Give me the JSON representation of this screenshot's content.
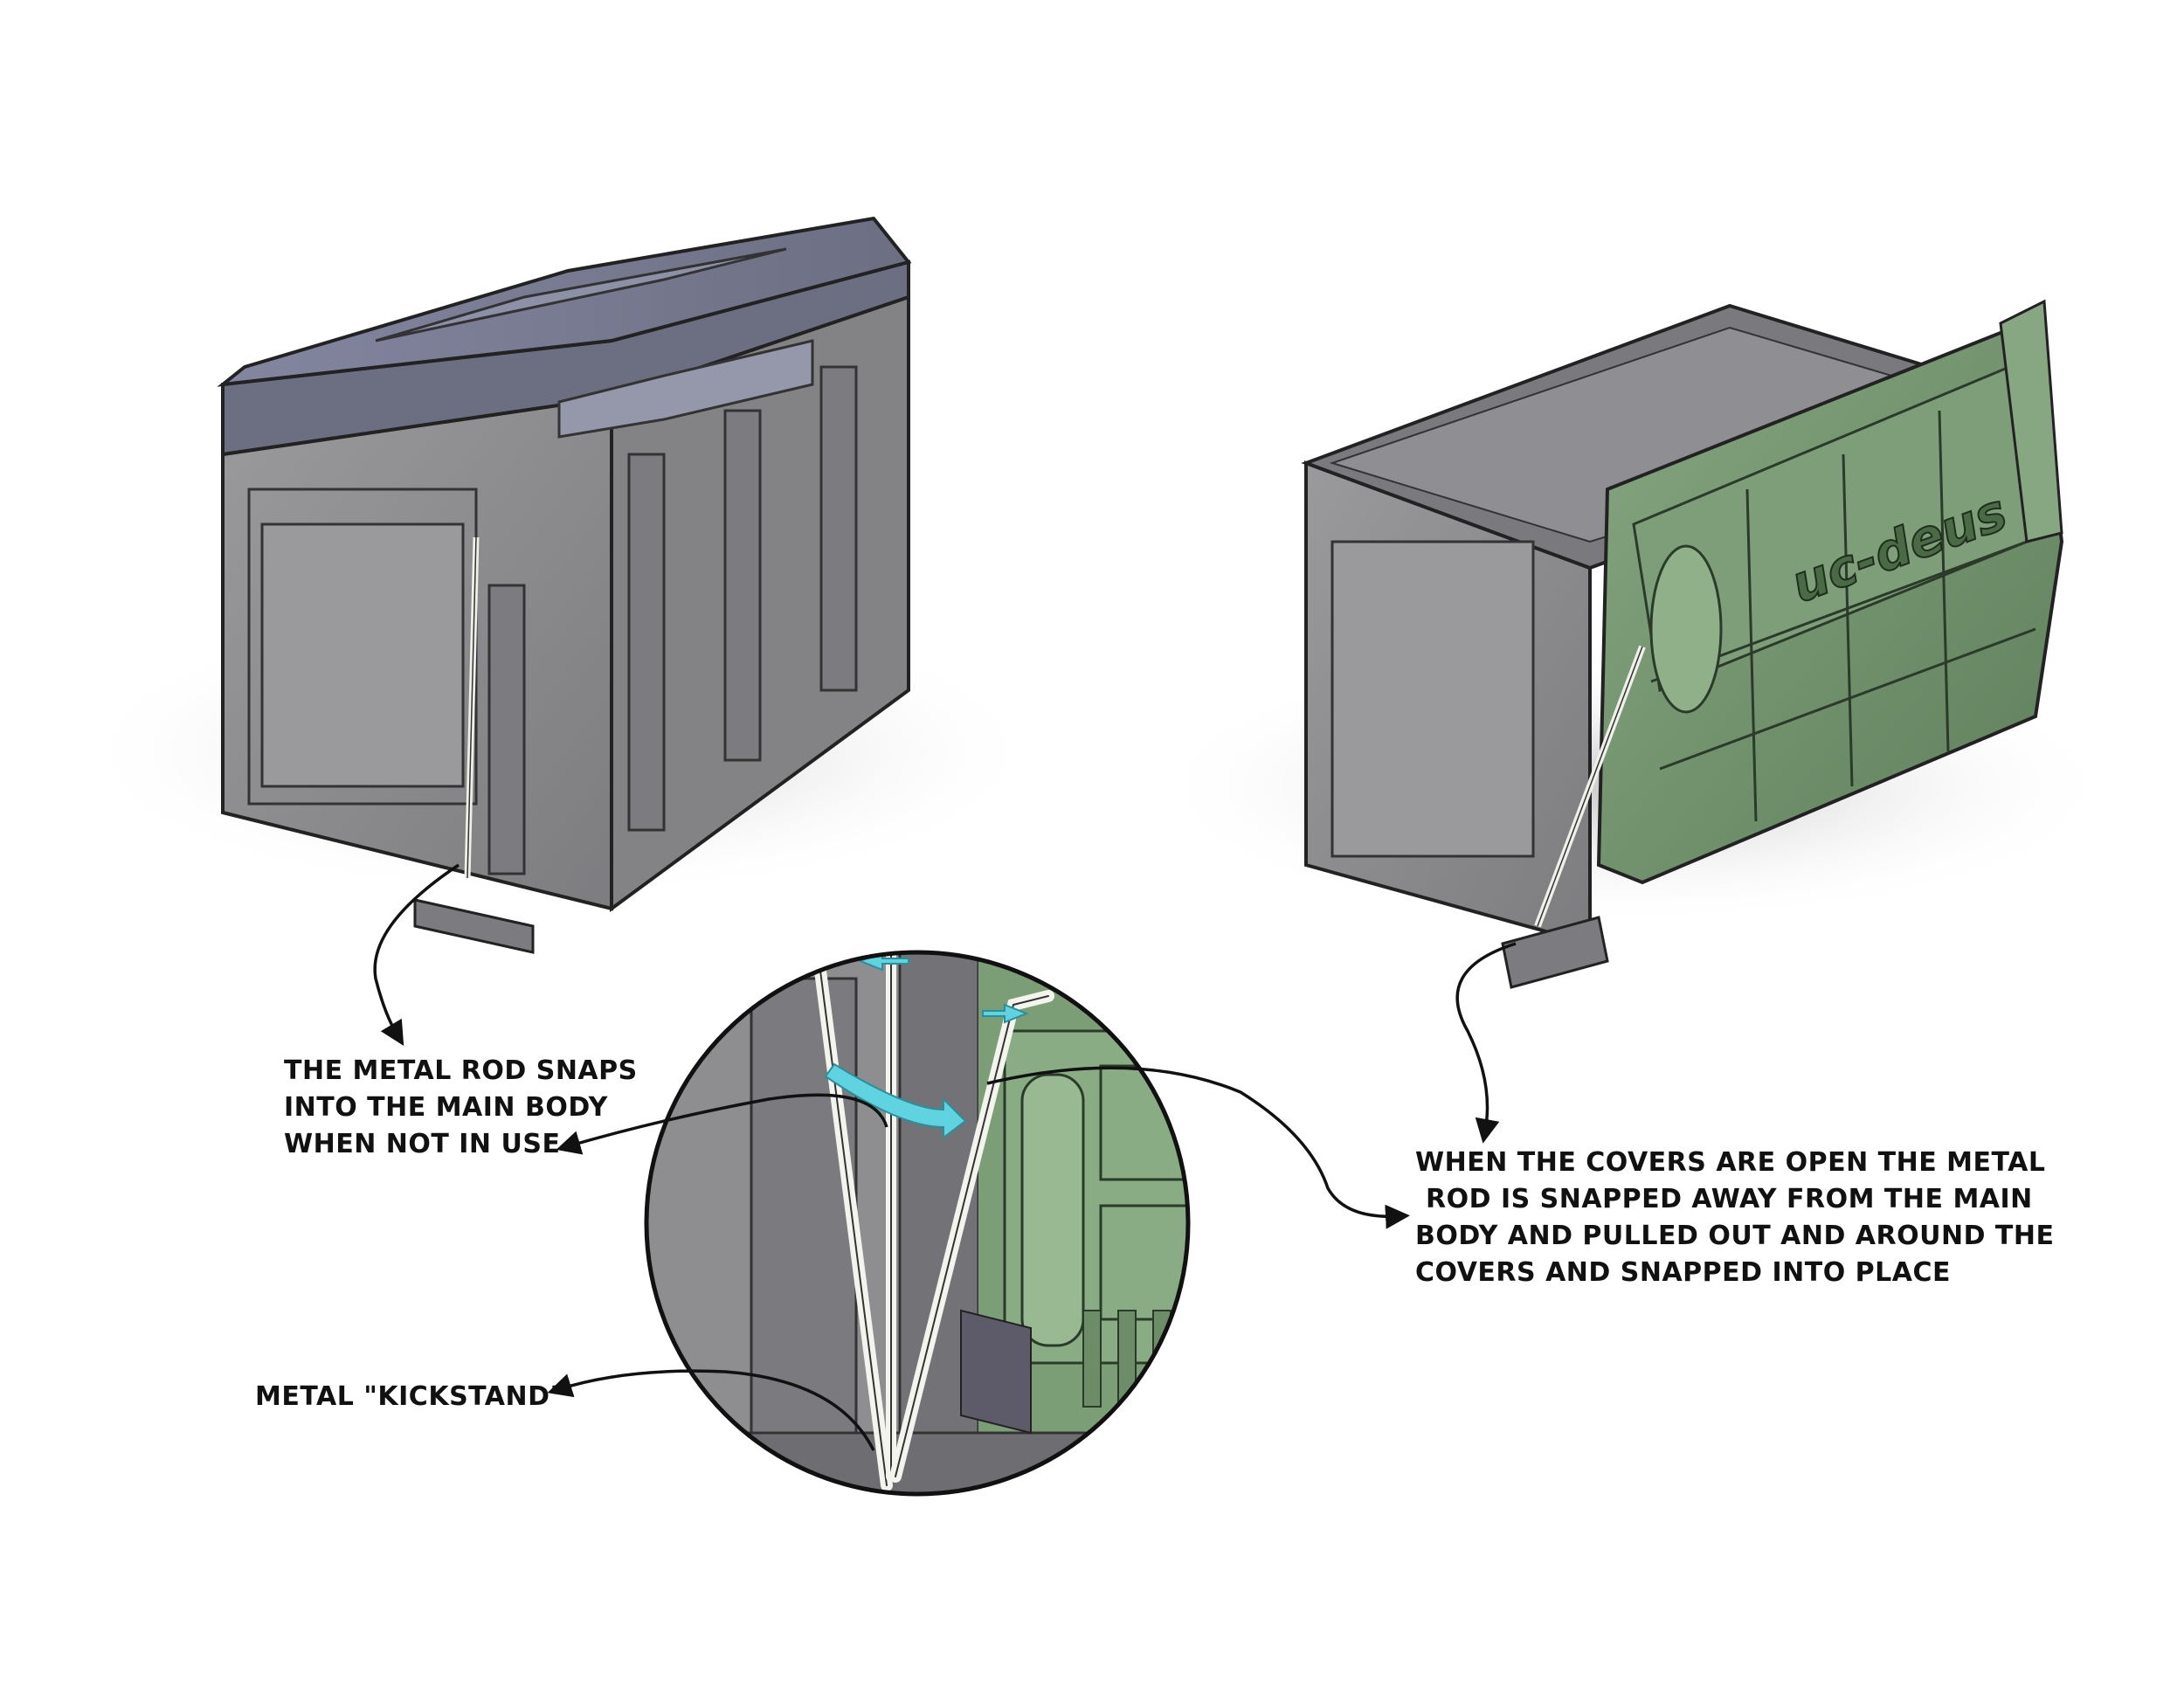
{
  "annotations": {
    "rod_snaps": {
      "lines": [
        "THE METAL ROD SNAPS",
        "INTO THE MAIN BODY",
        "WHEN NOT IN USE"
      ]
    },
    "covers_open": {
      "lines": [
        "WHEN THE COVERS ARE OPEN THE METAL",
        "ROD IS SNAPPED AWAY FROM THE MAIN",
        "BODY AND PULLED OUT AND AROUND THE",
        "COVERS AND SNAPPED INTO PLACE"
      ]
    },
    "kickstand": {
      "label": "METAL \"KICKSTAND\""
    }
  },
  "logo_text": "uc-deus",
  "colors": {
    "case_gray": "#8c8c8e",
    "case_gray_dark": "#6e6e72",
    "lid_blue_gray": "#7a7d8e",
    "cover_green": "#6f8f6a",
    "cover_green_light": "#9cbb95",
    "rod_white": "#e8e8e2",
    "arrow_cyan": "#5fd3e0",
    "ink": "#111111"
  },
  "icons": {
    "snap_arrow": "curved-cyan-arrow",
    "pointer": "hand-drawn-arrow"
  }
}
